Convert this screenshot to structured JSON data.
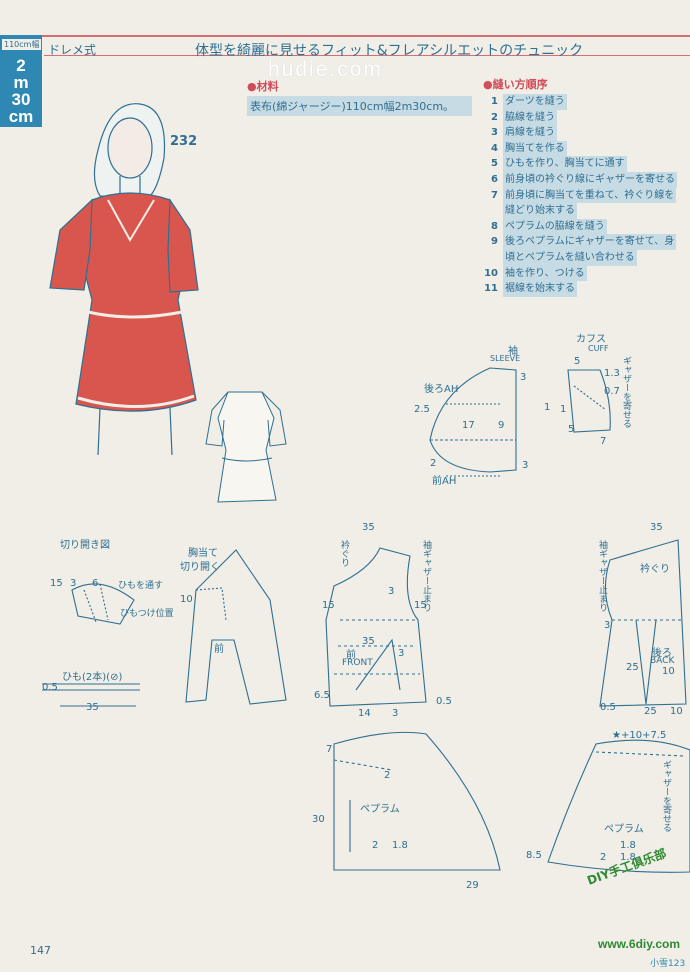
{
  "header": {
    "tab_small": "110cm幅",
    "tab_lines": [
      "2",
      "m",
      "30",
      "cm"
    ],
    "series": "ドレメ式",
    "title": "体型を綺麗に見せるフィット&フレアシルエットのチュニック",
    "watermark": "hudie.com"
  },
  "model_number": "232",
  "materials": {
    "heading": "●材料",
    "body": "表布(綿ジャージー)110cm幅2m30cm。"
  },
  "steps": {
    "heading": "●縫い方順序",
    "items": [
      {
        "n": "1",
        "t": "ダーツを縫う"
      },
      {
        "n": "2",
        "t": "脇線を縫う"
      },
      {
        "n": "3",
        "t": "肩線を縫う"
      },
      {
        "n": "4",
        "t": "胸当てを作る"
      },
      {
        "n": "5",
        "t": "ひもを作り、胸当てに通す"
      },
      {
        "n": "6",
        "t": "前身頃の衿ぐり線にギャザーを寄せる"
      },
      {
        "n": "7",
        "t": "前身頃に胸当てを重ねて、衿ぐり線を",
        "cont": "縫どり始末する"
      },
      {
        "n": "8",
        "t": "ペプラムの脇線を縫う"
      },
      {
        "n": "9",
        "t": "後ろペプラムにギャザーを寄せて、身",
        "cont": "頃とペプラムを縫い合わせる"
      },
      {
        "n": "10",
        "t": "袖を作り、つける"
      },
      {
        "n": "11",
        "t": "裾線を始末する"
      }
    ]
  },
  "diagrams": {
    "sleeve": "袖",
    "sleeve_en": "SLEEVE",
    "cuff": "カフス",
    "cuff_en": "CUFF",
    "sleeve_back_ah": "後ろAH",
    "sleeve_front_ah": "前AH",
    "gather": "ギャザーを寄せる",
    "cut_open": "切り開き図",
    "bib_title": "胸当て",
    "bib_cut": "切り開く",
    "bib_front": "前",
    "front_label": "前",
    "front_en": "FRONT",
    "back_label": "後ろ",
    "back_en": "BACK",
    "peplum": "ペプラム",
    "tie": "ひも(2本)(⊘)",
    "string_thru": "ひもを通す",
    "string_pos": "ひもつけ位置",
    "neck_trim": "衿ぐり",
    "sleeve_stop": "袖ギャザー止まり",
    "back_formula": "★+10+7.5"
  },
  "dimensions": {
    "sleeve": [
      "3",
      "2.5",
      "17",
      "9",
      "2",
      "3",
      "1"
    ],
    "cuff": [
      "5",
      "1.3",
      "0.7",
      "5",
      "7",
      "1"
    ],
    "cut_open": [
      "15",
      "3",
      "6"
    ],
    "tie": [
      "0.5",
      "35"
    ],
    "bib": [
      "10"
    ],
    "front": [
      "35",
      "15",
      "3",
      "15",
      "35",
      "14",
      "6.5",
      "3",
      "0.5",
      "3"
    ],
    "back": [
      "35",
      "3",
      "10",
      "25",
      "0.5",
      "25",
      "10"
    ],
    "peplum_front": [
      "7",
      "2",
      "30",
      "2",
      "1.8",
      "29"
    ],
    "peplum_back": [
      "8.5",
      "1.8",
      "2",
      "1.8"
    ]
  },
  "footer": {
    "page_number": "147",
    "site": "www.6diy.com",
    "site_small": "小雪123",
    "club": "DIY手工俱乐部"
  },
  "colors": {
    "ink": "#2f6f91",
    "accent_red": "#d14d5a",
    "highlight": "#c7dbe4",
    "garment_red": "#d9564f",
    "tab_blue": "#2f88b3"
  }
}
